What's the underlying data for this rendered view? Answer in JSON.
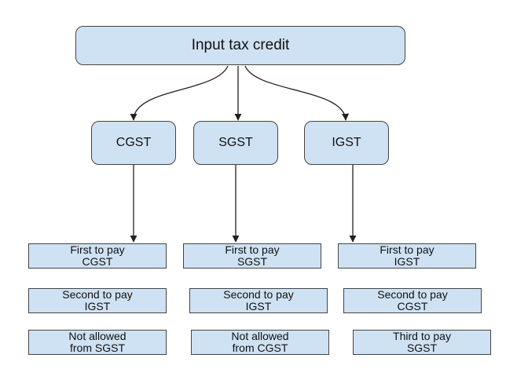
{
  "diagram": {
    "root": {
      "label": "Input tax credit"
    },
    "taxes": [
      {
        "label": "CGST"
      },
      {
        "label": "SGST"
      },
      {
        "label": "IGST"
      }
    ],
    "columns": [
      {
        "first": "First to pay\nCGST",
        "second": "Second to pay\nIGST",
        "third": "Not allowed\nfrom SGST"
      },
      {
        "first": "First to pay\nSGST",
        "second": "Second to pay\nIGST",
        "third": "Not allowed\nfrom CGST"
      },
      {
        "first": "First to pay\nIGST",
        "second": "Second to pay\nCGST",
        "third": "Third to pay\nSGST"
      }
    ],
    "colors": {
      "box_fill": "#cfe2f3",
      "border": "#444444",
      "arrow": "#222222"
    }
  }
}
